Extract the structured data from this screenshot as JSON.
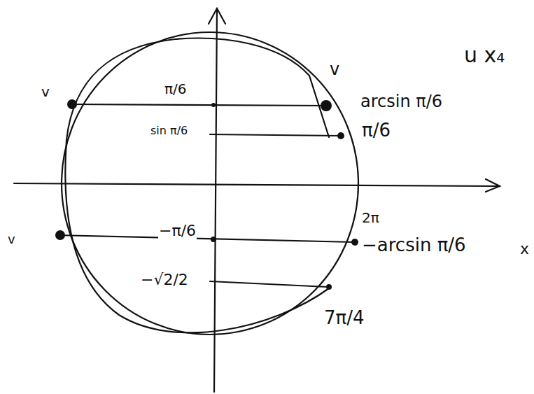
{
  "diagram": {
    "labels": [
      "π/6",
      "sin π/6",
      "v",
      "v",
      "arcsin π/6",
      "π/6",
      "2π",
      "−arcsin π/6",
      "x",
      "v",
      "−π/6",
      "−√2/2",
      "7π/4",
      "u x₄"
    ]
  }
}
